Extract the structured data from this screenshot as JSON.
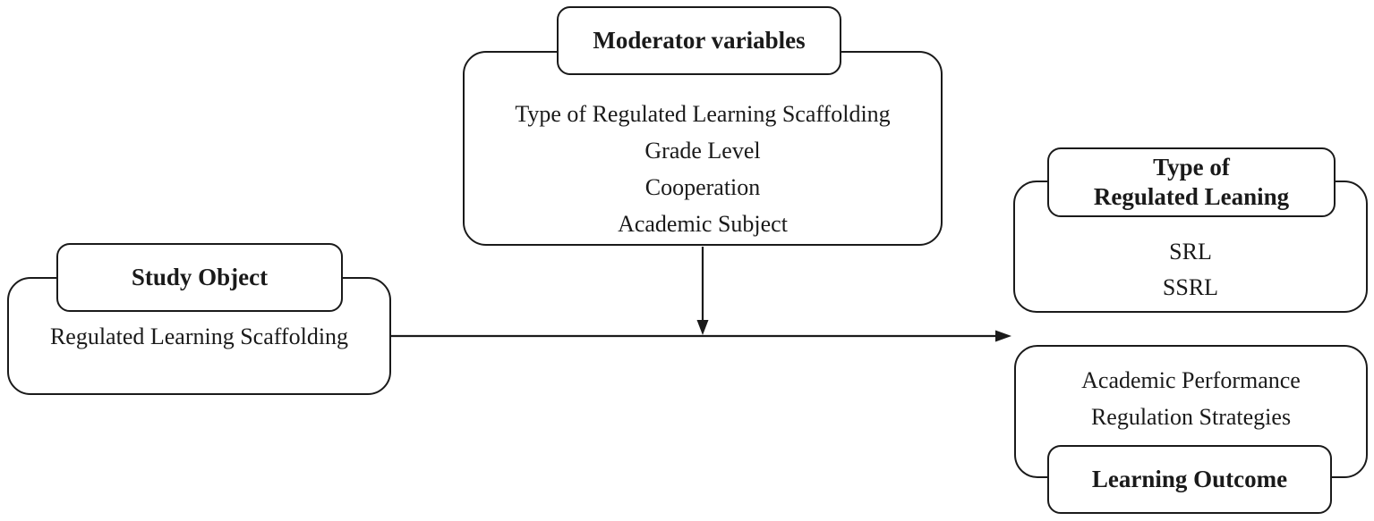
{
  "diagram": {
    "background_color": "#ffffff",
    "line_color": "#1a1a1a",
    "boxes": {
      "moderator": {
        "title": "Moderator variables",
        "lines": [
          "Type of Regulated Learning Scaffolding",
          "Grade Level",
          "Cooperation",
          "Academic Subject"
        ]
      },
      "study_object": {
        "title": "Study Object",
        "lines": [
          "Regulated Learning Scaffolding"
        ]
      },
      "regulated_learning_type": {
        "title_lines": [
          "Type of",
          "Regulated Leaning"
        ],
        "lines": [
          "SRL",
          "SSRL"
        ]
      },
      "learning_outcome": {
        "title": "Learning Outcome",
        "lines": [
          "Academic Performance",
          "Regulation Strategies"
        ]
      }
    }
  }
}
